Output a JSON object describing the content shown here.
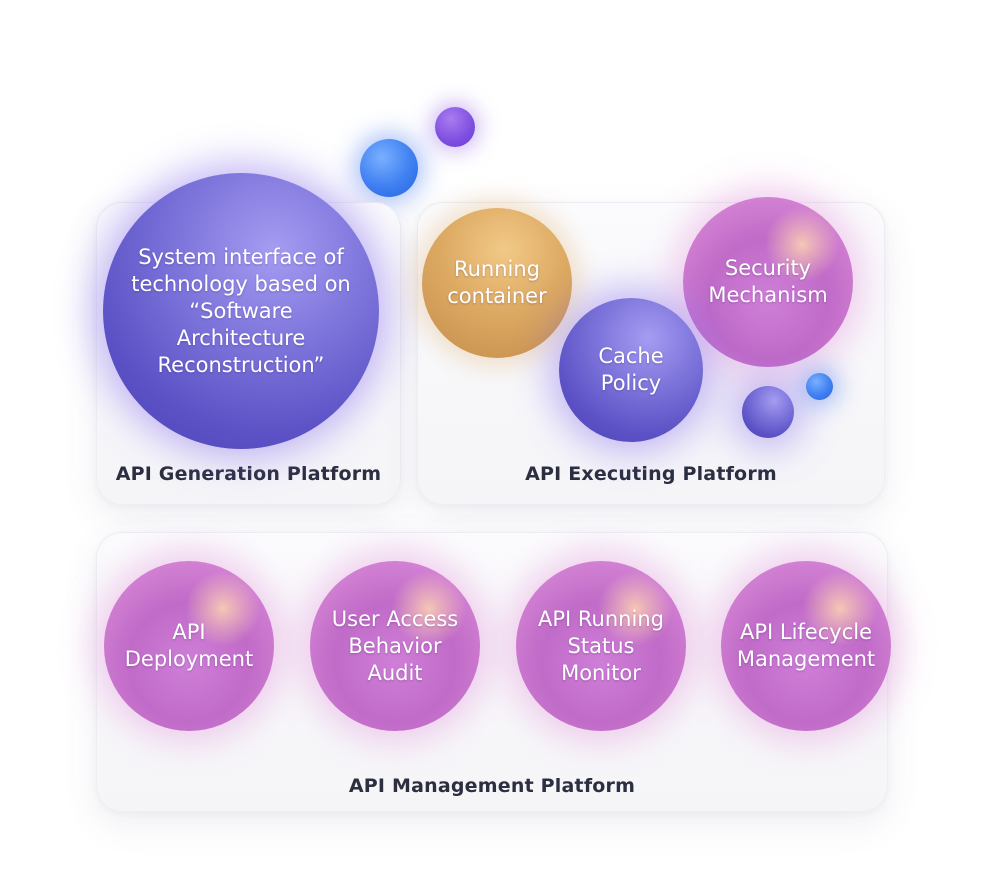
{
  "panels": {
    "generation": {
      "title": "API Generation Platform"
    },
    "executing": {
      "title": "API Executing Platform"
    },
    "management": {
      "title": "API Management Platform"
    }
  },
  "bubbles": {
    "system_interface": "System interface of\ntechnology based on\n“Software\nArchitecture\nReconstruction”",
    "running_container": "Running\ncontainer",
    "cache_policy": "Cache\nPolicy",
    "security_mechanism": "Security\nMechanism",
    "api_deployment": "API\nDeployment",
    "user_access_audit": "User Access\nBehavior\nAudit",
    "running_status_monitor": "API Running\nStatus\nMonitor",
    "lifecycle_management": "API Lifecycle\nManagement"
  },
  "colors": {
    "purple": "#5c52c6",
    "orange": "#ddaa63",
    "pink": "#c06bc8",
    "blue": "#3f80f2",
    "title_text": "#2b2f40"
  }
}
